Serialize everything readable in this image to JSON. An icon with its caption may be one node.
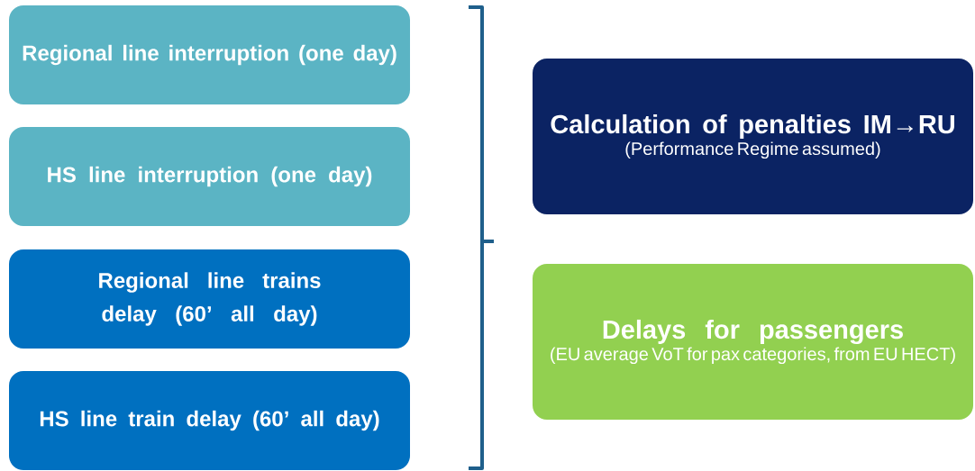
{
  "diagram": {
    "nodes": [
      {
        "text": [
          "Regional line interruption (one day)"
        ]
      },
      {
        "text": [
          "HS line interruption (one day)"
        ]
      },
      {
        "text": [
          "Regional line trains delay (60’ all day)"
        ]
      },
      {
        "text": [
          "HS line train delay (60’ all day)"
        ]
      },
      {
        "text": [
          "Calculation of penalties IM→RU",
          "(Performance Regime assumed)"
        ]
      },
      {
        "text": [
          "Delays for passengers",
          "(EU average VoT for pax categories, from EU HECT)"
        ]
      }
    ]
  }
}
